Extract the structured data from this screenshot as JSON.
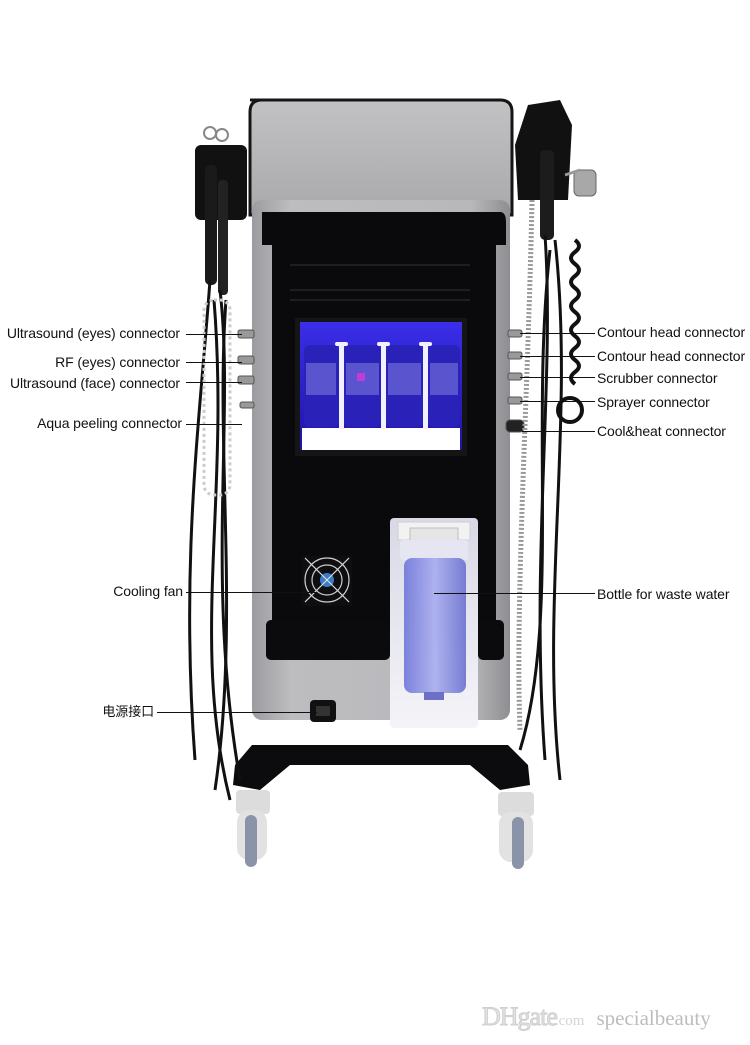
{
  "diagram": {
    "subject": "Hydro dermabrasion beauty machine (rear view)",
    "colors": {
      "background": "#ffffff",
      "body_grey": "#b4b4b6",
      "panel_black": "#0a0a0c",
      "screen_blue": "#2a1fd0",
      "bottle_blue": "#8c93e6",
      "label_text": "#111111"
    },
    "labels_left": [
      {
        "id": "ultrasound-eyes",
        "text": "Ultrasound (eyes) connector"
      },
      {
        "id": "rf-eyes",
        "text": "RF (eyes) connector"
      },
      {
        "id": "ultrasound-face",
        "text": "Ultrasound (face) connector"
      },
      {
        "id": "aqua-peeling",
        "text": "Aqua peeling connector"
      },
      {
        "id": "cooling-fan",
        "text": "Cooling fan"
      },
      {
        "id": "power-socket",
        "text": "电源接口"
      }
    ],
    "labels_right": [
      {
        "id": "contour-head-1",
        "text": "Contour head connector"
      },
      {
        "id": "contour-head-2",
        "text": "Contour head connector"
      },
      {
        "id": "scrubber",
        "text": "Scrubber connector"
      },
      {
        "id": "sprayer",
        "text": "Sprayer connector"
      },
      {
        "id": "cool-heat",
        "text": "Cool&heat connector"
      },
      {
        "id": "waste-bottle",
        "text": "Bottle for waste water"
      }
    ],
    "components": {
      "solution_bottles": 4,
      "wheels": 2
    }
  },
  "watermark": {
    "logo": "DHgate",
    "site": ".com",
    "shop": "specialbeauty"
  }
}
